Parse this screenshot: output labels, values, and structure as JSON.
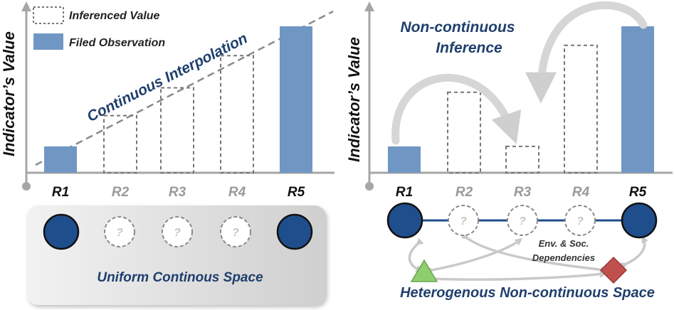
{
  "left_panel": {
    "y_axis_label": "Indicator’s Value",
    "legend": {
      "inferenced_label": "Inferenced Value",
      "observed_label": "Filed Observation"
    },
    "trend_label": "Continuous Interpolation",
    "regions": [
      {
        "label": "R1",
        "kind": "observed",
        "level": 0.18
      },
      {
        "label": "R2",
        "kind": "inferenced",
        "level": 0.39
      },
      {
        "label": "R3",
        "kind": "inferenced",
        "level": 0.58
      },
      {
        "label": "R4",
        "kind": "inferenced",
        "level": 0.8
      },
      {
        "label": "R5",
        "kind": "observed",
        "level": 1.0
      }
    ],
    "space": {
      "nodes": [
        "observed",
        "unknown",
        "unknown",
        "unknown",
        "observed"
      ],
      "unknown_mark": "?",
      "caption": "Uniform Continous Space"
    }
  },
  "right_panel": {
    "y_axis_label": "Indicator’s Value",
    "inference_label_line1": "Non-continuous",
    "inference_label_line2": "Inference",
    "regions": [
      {
        "label": "R1",
        "kind": "observed",
        "level": 0.18
      },
      {
        "label": "R2",
        "kind": "inferenced",
        "level": 0.55
      },
      {
        "label": "R3",
        "kind": "inferenced",
        "level": 0.18
      },
      {
        "label": "R4",
        "kind": "inferenced",
        "level": 0.87
      },
      {
        "label": "R5",
        "kind": "observed",
        "level": 1.0
      }
    ],
    "graph": {
      "nodes": [
        "observed",
        "unknown",
        "unknown",
        "unknown",
        "observed"
      ],
      "unknown_mark": "?",
      "dependency_label_line1": "Env. & Soc.",
      "dependency_label_line2": "Dependencies",
      "caption": "Heterogenous Non-continuous Space"
    }
  },
  "colors": {
    "observed_bar": "#7097c3",
    "node_fill": "#1f4e8c",
    "label_blue": "#1f3f6d",
    "unknown_region_label": "#9a9a9a",
    "triangle": "#8fce6f",
    "diamond": "#c0504d"
  }
}
